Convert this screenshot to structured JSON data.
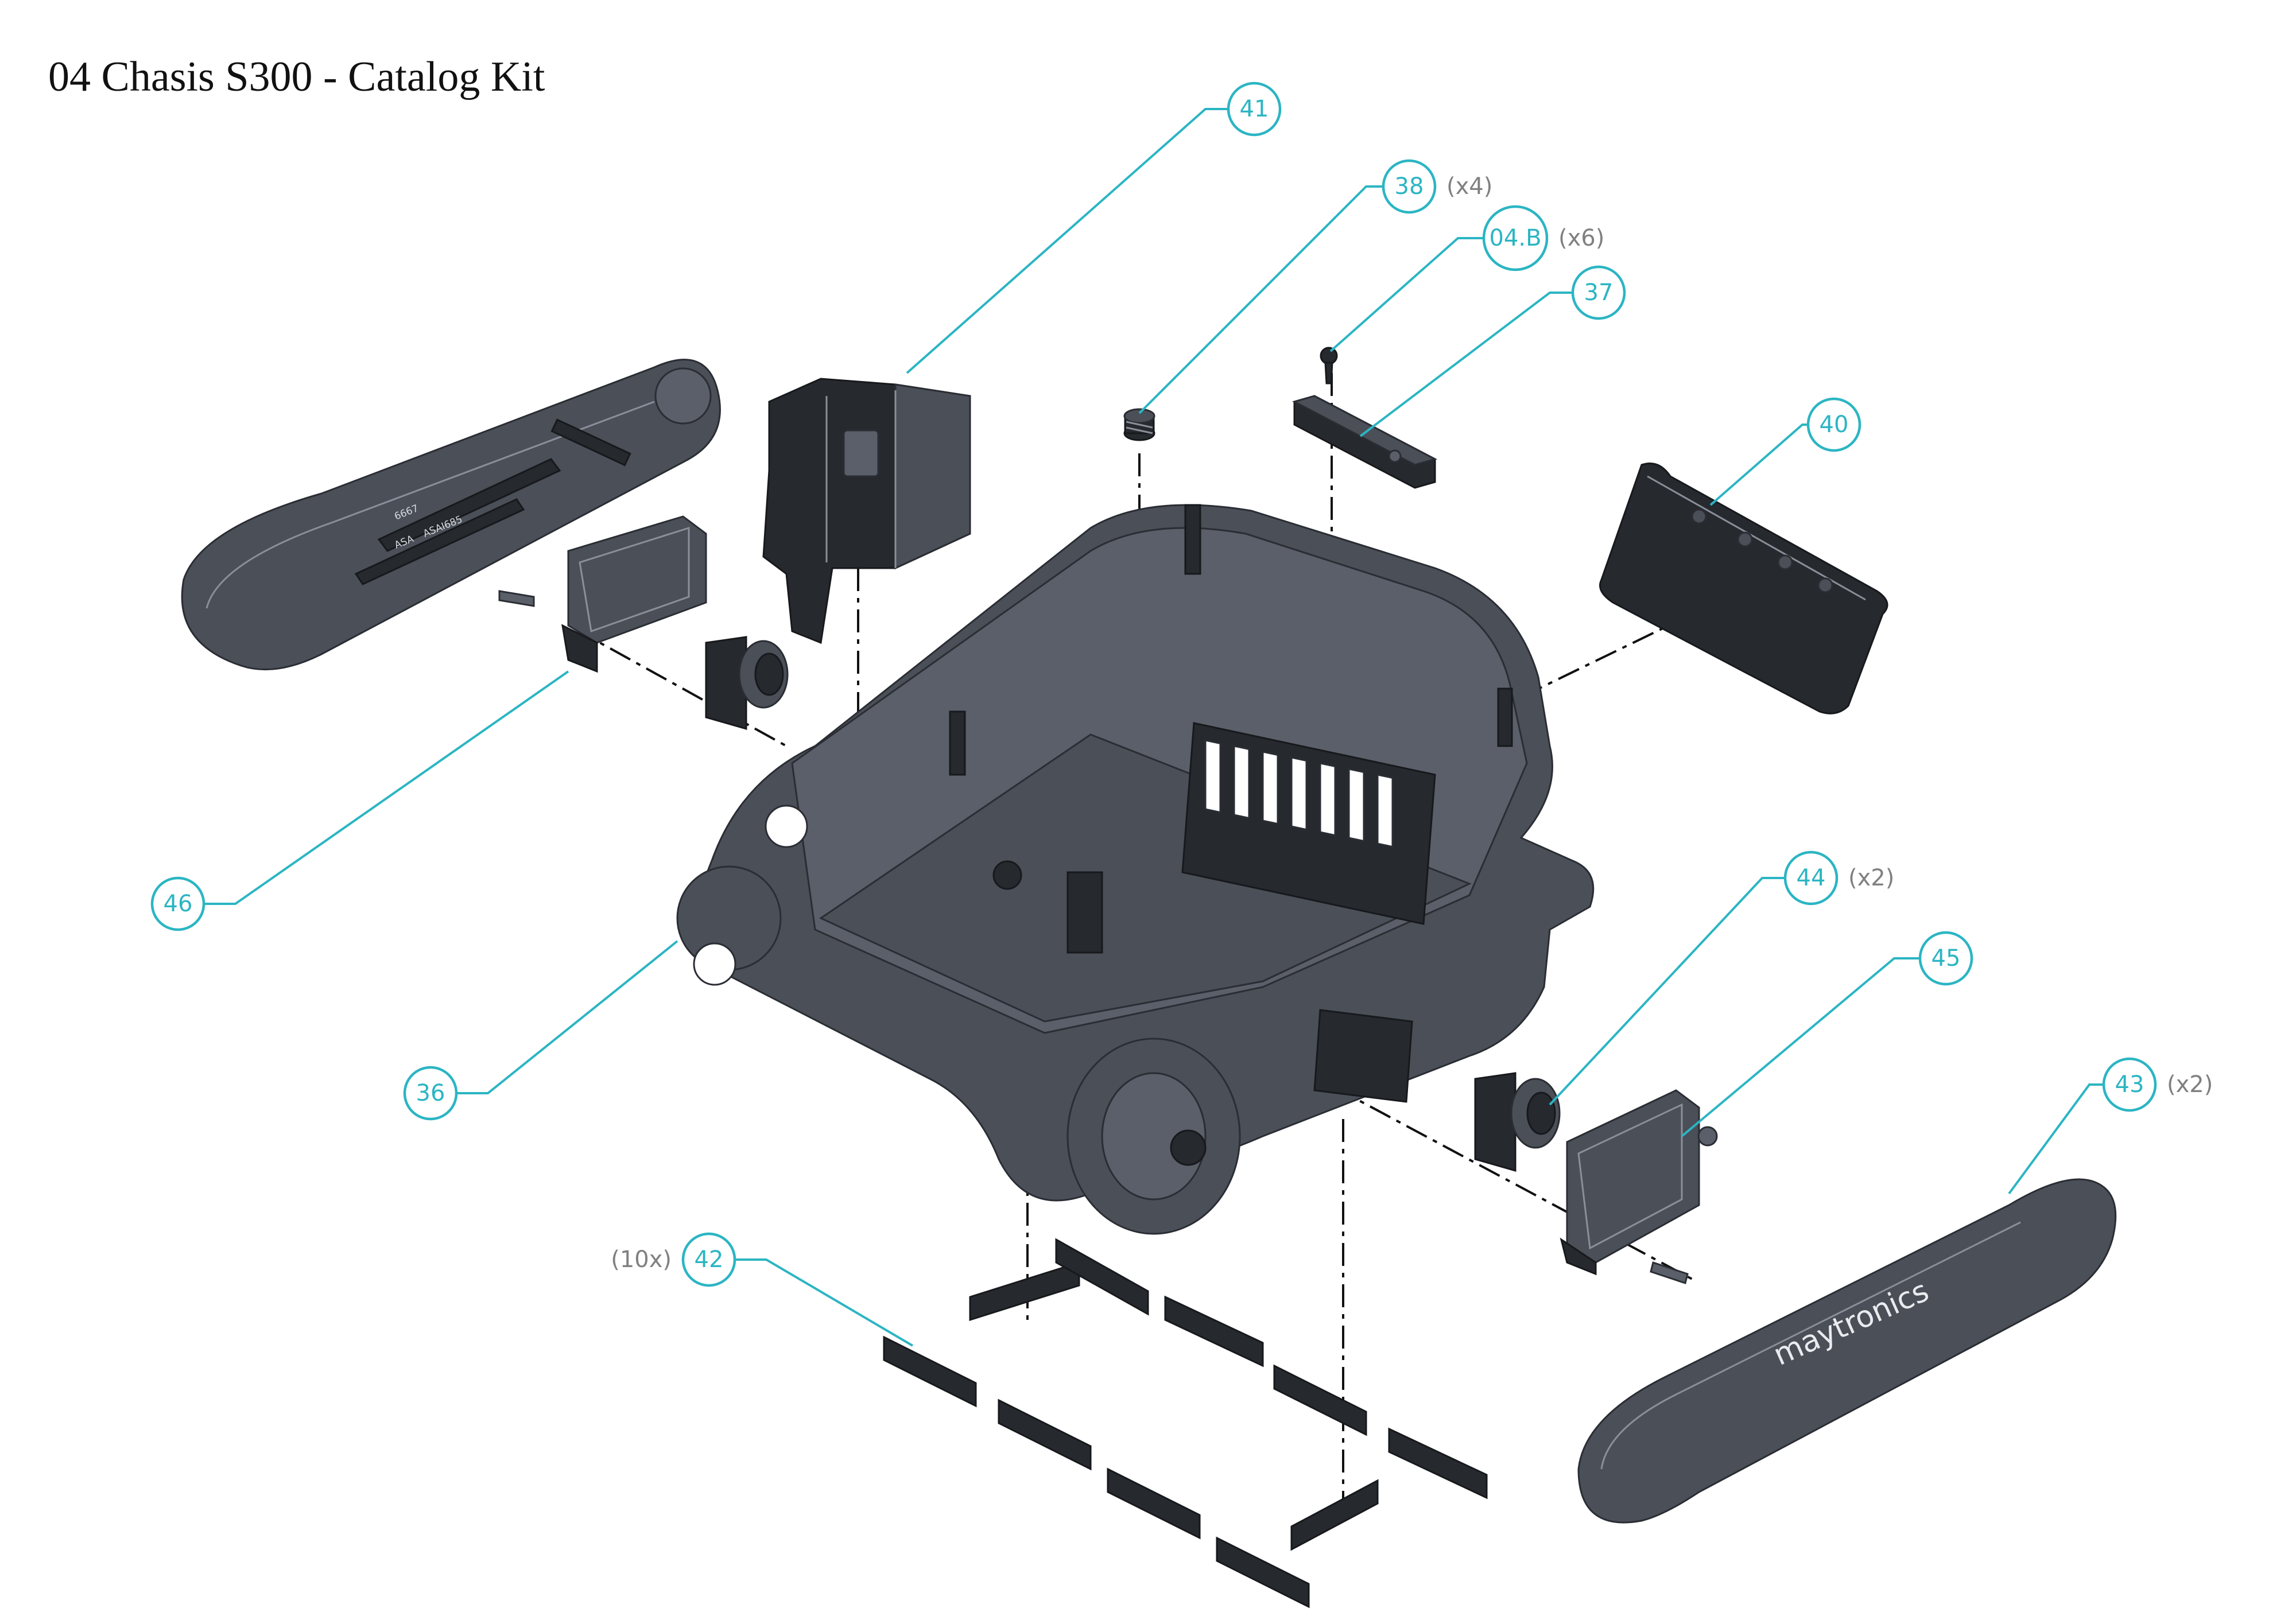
{
  "title": "04 Chasis S300 - Catalog Kit",
  "brand_text": "maytronics",
  "part_stamps": [
    "6667",
    "ASA",
    "ASAI685"
  ],
  "colors": {
    "callout": "#2bb5c3",
    "quantity": "#808080",
    "part_body": "#4a4f58",
    "part_dark": "#26292e"
  },
  "callouts": [
    {
      "id": "41",
      "quantity": ""
    },
    {
      "id": "38",
      "quantity": "(x4)"
    },
    {
      "id": "04.B",
      "quantity": "(x6)"
    },
    {
      "id": "37",
      "quantity": ""
    },
    {
      "id": "40",
      "quantity": ""
    },
    {
      "id": "46",
      "quantity": ""
    },
    {
      "id": "36",
      "quantity": ""
    },
    {
      "id": "44",
      "quantity": "(x2)"
    },
    {
      "id": "45",
      "quantity": ""
    },
    {
      "id": "43",
      "quantity": "(x2)"
    },
    {
      "id": "42",
      "quantity": "(10x)"
    }
  ]
}
